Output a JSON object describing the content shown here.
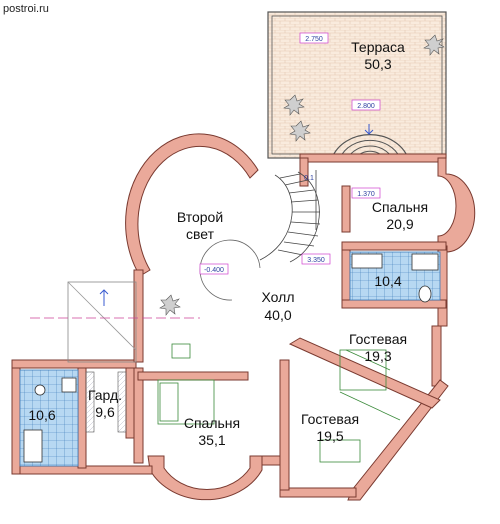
{
  "site": "postroi.ru",
  "rooms": {
    "terrace": {
      "name": "Терраса",
      "area": "50,3"
    },
    "bedroom_ne": {
      "name": "Спальня",
      "area": "20,9"
    },
    "second_light": {
      "line1": "Второй",
      "line2": "свет"
    },
    "bath_e": {
      "area": "10,4"
    },
    "hall": {
      "name": "Холл",
      "area": "40,0"
    },
    "guest_e": {
      "name": "Гостевая",
      "area": "19,3"
    },
    "bath_w": {
      "area": "10,6"
    },
    "wardrobe": {
      "name": "Гард.",
      "area": "9,6"
    },
    "bedroom_s": {
      "name": "Спальня",
      "area": "35,1"
    },
    "guest_s": {
      "name": "Гостевая",
      "area": "19,5"
    }
  },
  "dimensions": {
    "terrace_w": "2.750",
    "terrace_h": "2.800",
    "stair": "1.370",
    "hall_dim": "3.350",
    "level": "-0.400",
    "stair_mark": "0.1"
  },
  "colors": {
    "wall": "#e8a898",
    "wall_stroke": "#7a3a30",
    "terrace_floor": "#f8e8d8",
    "tile": "#a8d0f0",
    "dim_text": "#2c3fa0",
    "dim_frame": "#d040d0"
  }
}
